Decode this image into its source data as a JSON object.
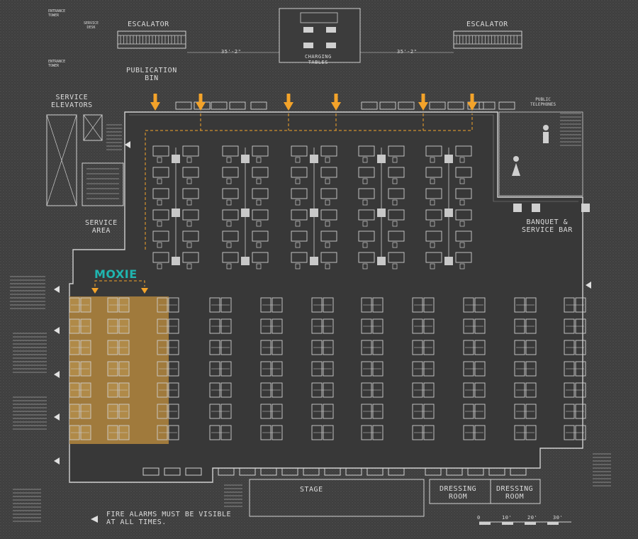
{
  "labels": {
    "escalator_left": "ESCALATOR",
    "escalator_right": "ESCALATOR",
    "dimension_left": "35'-2\"",
    "dimension_right": "35'-2\"",
    "charging_tables": "CHARGING\nTABLES",
    "publication_bin": "PUBLICATION\nBIN",
    "service_elevators": "SERVICE\nELEVATORS",
    "service_area": "SERVICE\nAREA",
    "public_telephones": "PUBLIC\nTELEPHONES",
    "banquet_service_bar": "BANQUET &\nSERVICE BAR",
    "stage": "STAGE",
    "dressing_room_1": "DRESSING\nROOM",
    "dressing_room_2": "DRESSING\nROOM",
    "fire_alarm_note": "FIRE ALARMS MUST BE VISIBLE\nAT ALL TIMES.",
    "entrance_tower_1": "ENTRANCE\nTOWER",
    "entrance_tower_2": "ENTRANCE\nTOWER",
    "service_desk": "SERVICE\nDESK",
    "highlight_label": "MOXIE"
  },
  "scale_bar": {
    "ticks": [
      "0",
      "10'",
      "20'",
      "30'"
    ]
  },
  "colors": {
    "background": "#3b3b3b",
    "linework": "#cfcfcf",
    "highlight_fill": "#a07a3c",
    "highlight_label": "#1fb5b0",
    "entry_arrow": "#f3a32a"
  }
}
